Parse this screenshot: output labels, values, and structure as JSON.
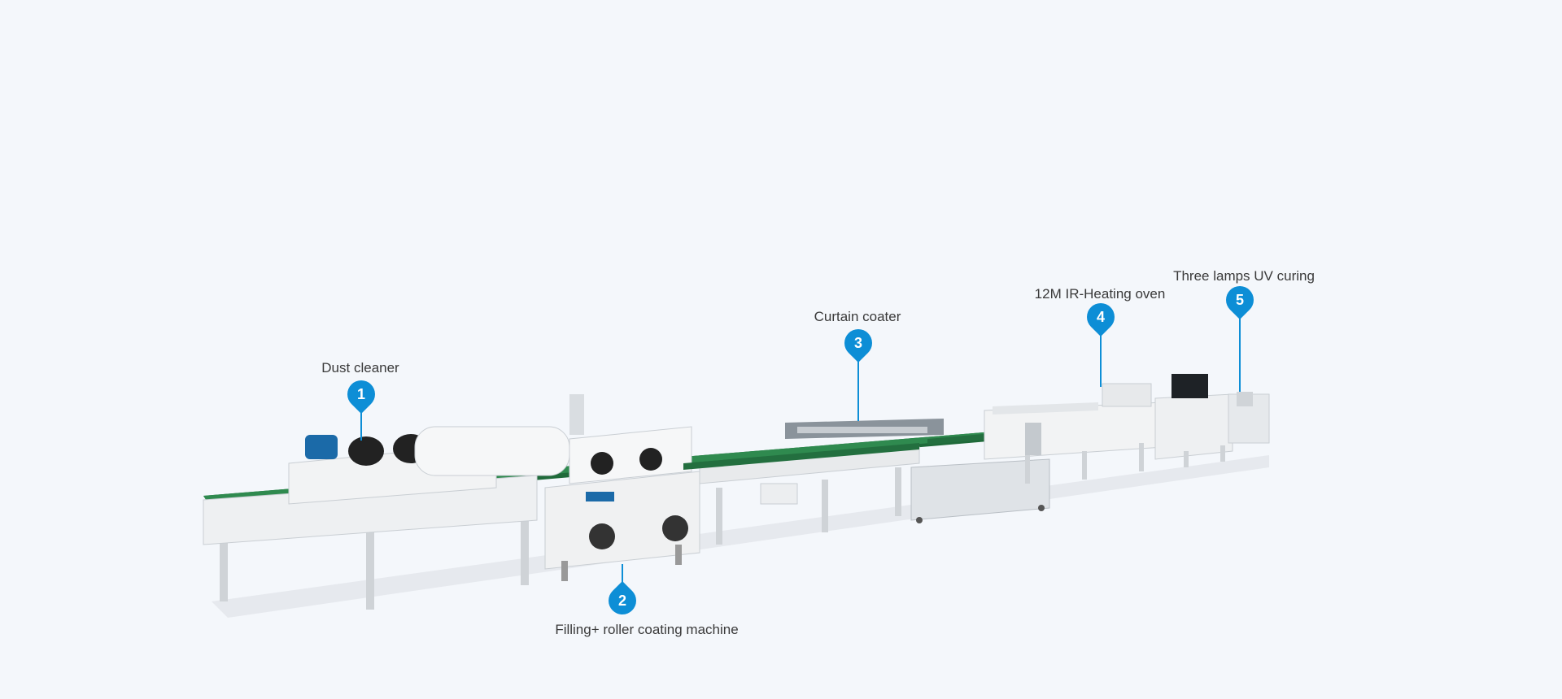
{
  "colors": {
    "accent": "#0d8ed6",
    "background": "#f4f7fb",
    "belt": "#1f6a3a",
    "frame": "#e6e8ea"
  },
  "callouts": [
    {
      "number": "1",
      "label": "Dust cleaner",
      "icon": "map-pin-icon"
    },
    {
      "number": "2",
      "label": "Filling+ roller coating machine",
      "icon": "map-pin-icon"
    },
    {
      "number": "3",
      "label": "Curtain coater",
      "icon": "map-pin-icon"
    },
    {
      "number": "4",
      "label": "12M IR-Heating oven",
      "icon": "map-pin-icon"
    },
    {
      "number": "5",
      "label": "Three lamps UV curing",
      "icon": "map-pin-icon"
    }
  ]
}
